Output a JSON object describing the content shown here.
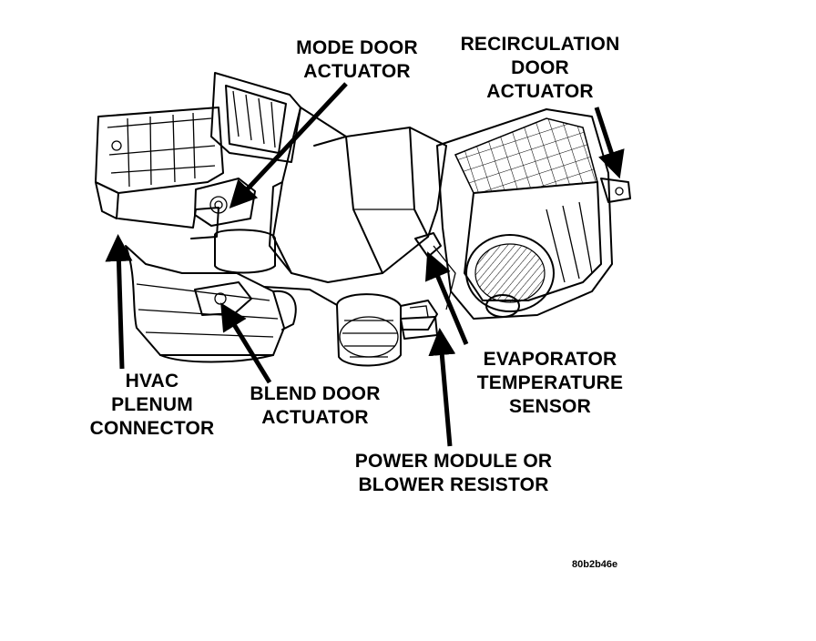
{
  "labels": {
    "mode_door_actuator": [
      "MODE DOOR",
      "ACTUATOR"
    ],
    "recirculation_door_actuator": [
      "RECIRCULATION",
      "DOOR",
      "ACTUATOR"
    ],
    "hvac_plenum_connector": [
      "HVAC",
      "PLENUM",
      "CONNECTOR"
    ],
    "blend_door_actuator": [
      "BLEND DOOR",
      "ACTUATOR"
    ],
    "evaporator_temperature_sensor": [
      "EVAPORATOR",
      "TEMPERATURE",
      "SENSOR"
    ],
    "power_module": [
      "POWER MODULE OR",
      "BLOWER RESISTOR"
    ]
  },
  "figure_code": "80b2b46e"
}
